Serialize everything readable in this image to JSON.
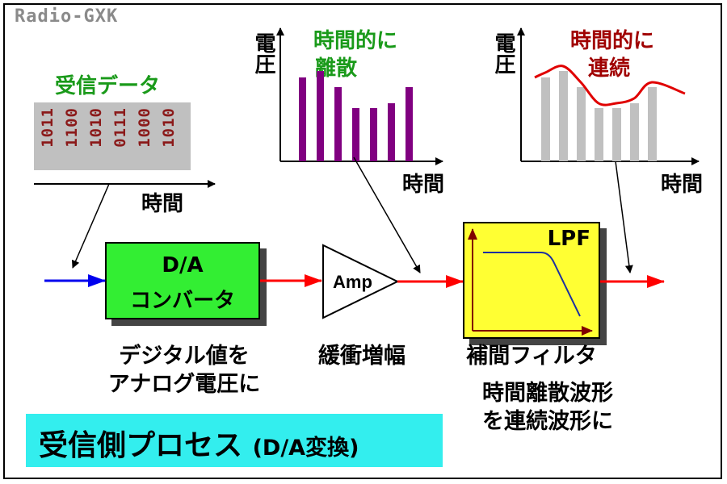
{
  "watermark": "Radio-GXK",
  "received_data": {
    "title": "受信データ",
    "bits": [
      "1011",
      "1100",
      "1010",
      "0111",
      "1000",
      "1010"
    ],
    "time_label": "時間"
  },
  "discrete_chart": {
    "title_line1": "時間的に",
    "title_line2": "離散",
    "ylabel": "電圧",
    "xlabel": "時間",
    "bar_color": "#800080",
    "values": [
      5.2,
      5.6,
      4.6,
      3.3,
      3.3,
      3.6,
      4.6
    ]
  },
  "continuous_chart": {
    "title_line1": "時間的に",
    "title_line2": "連続",
    "ylabel": "電圧",
    "xlabel": "時間",
    "bar_color": "#c0c0c0",
    "curve_color": "#e00000",
    "values": [
      5.2,
      5.6,
      4.6,
      3.3,
      3.3,
      3.6,
      4.6
    ]
  },
  "dac_block": {
    "line1": "D/A",
    "line2": "コンバータ",
    "color": "#33ee33"
  },
  "amp_block": {
    "label": "Amp"
  },
  "lpf_block": {
    "label": "LPF",
    "color": "#ffff33"
  },
  "captions": {
    "dac_line1": "デジタル値を",
    "dac_line2": "アナログ電圧に",
    "amp": "緩衝増幅",
    "lpf": "補間フィルタ",
    "lpf_desc_line1": "時間離散波形",
    "lpf_desc_line2": "を連続波形に"
  },
  "banner": {
    "main": "受信側プロセス",
    "sub": "(D/A変換)",
    "color": "#33eeee"
  }
}
